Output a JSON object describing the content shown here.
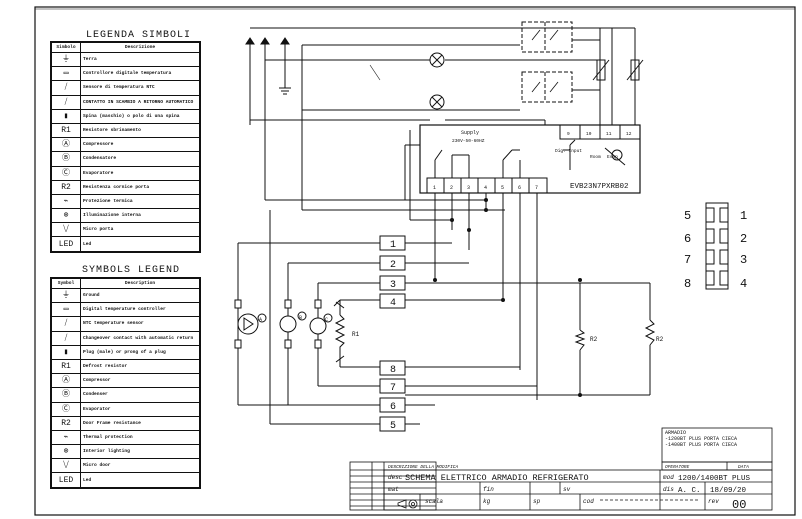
{
  "legend_it": {
    "title": "LEGENDA SIMBOLI",
    "col_symbol": "Simbolo",
    "col_desc": "Descrizione",
    "rows": [
      {
        "sym": "⏚",
        "icon": "ground-icon",
        "desc": "Terra"
      },
      {
        "sym": "▭",
        "icon": "controller-icon",
        "desc": "Controllore digitale temperatura"
      },
      {
        "sym": "⧸",
        "icon": "ntc-sensor-icon",
        "desc": "Sensore di temperatura NTC"
      },
      {
        "sym": "⧸",
        "icon": "changeover-contact-icon",
        "desc": "CONTATTO IN SCAMBIO A RITORNO AUTOMATICO"
      },
      {
        "sym": "▮",
        "icon": "plug-icon",
        "desc": "Spina (maschio) o polo di una spina"
      },
      {
        "sym": "R1",
        "icon": "",
        "desc": "Resistore sbrinamento"
      },
      {
        "sym": "Ⓐ",
        "icon": "compressor-icon",
        "desc": "Compressore"
      },
      {
        "sym": "Ⓑ",
        "icon": "condenser-icon",
        "desc": "Condensatore"
      },
      {
        "sym": "Ⓒ",
        "icon": "evaporator-icon",
        "desc": "Evaporatore"
      },
      {
        "sym": "R2",
        "icon": "",
        "desc": "Resistenza cornice porta"
      },
      {
        "sym": "⌁",
        "icon": "thermal-protection-icon",
        "desc": "Protezione termica"
      },
      {
        "sym": "⊗",
        "icon": "lamp-icon",
        "desc": "Illuminazione interna"
      },
      {
        "sym": "⧹⧸",
        "icon": "micro-door-icon",
        "desc": "Micro porta"
      },
      {
        "sym": "LED",
        "icon": "",
        "desc": "Led"
      }
    ]
  },
  "legend_en": {
    "title": "SYMBOLS LEGEND",
    "col_symbol": "Symbol",
    "col_desc": "Description",
    "rows": [
      {
        "sym": "⏚",
        "icon": "ground-icon",
        "desc": "Ground"
      },
      {
        "sym": "▭",
        "icon": "controller-icon",
        "desc": "Digital temperature controller"
      },
      {
        "sym": "⧸",
        "icon": "ntc-sensor-icon",
        "desc": "NTC temperature sensor"
      },
      {
        "sym": "⧸",
        "icon": "changeover-contact-icon",
        "desc": "Changeover contact with automatic return"
      },
      {
        "sym": "▮",
        "icon": "plug-icon",
        "desc": "Plug (male) or prong of a plug"
      },
      {
        "sym": "R1",
        "icon": "",
        "desc": "Defrost resistor"
      },
      {
        "sym": "Ⓐ",
        "icon": "compressor-icon",
        "desc": "Compressor"
      },
      {
        "sym": "Ⓑ",
        "icon": "condenser-icon",
        "desc": "Condenser"
      },
      {
        "sym": "Ⓒ",
        "icon": "evaporator-icon",
        "desc": "Evaporator"
      },
      {
        "sym": "R2",
        "icon": "",
        "desc": "Door Frame resistance"
      },
      {
        "sym": "⌁",
        "icon": "thermal-protection-icon",
        "desc": "Thermal protection"
      },
      {
        "sym": "⊗",
        "icon": "lamp-icon",
        "desc": "Interior lighting"
      },
      {
        "sym": "⧹⧸",
        "icon": "micro-door-icon",
        "desc": "Micro door"
      },
      {
        "sym": "LED",
        "icon": "",
        "desc": "Led"
      }
    ]
  },
  "controller": {
    "model": "EVB23N7PXRB02",
    "supply_label": "Supply",
    "supply_value": "230V-50-60HZ",
    "dig_input": "Dig. Input",
    "room": "Room",
    "evap": "Evap",
    "terminals": [
      "1",
      "2",
      "3",
      "4",
      "5",
      "6",
      "7"
    ],
    "top_terminals": [
      "9",
      "10",
      "11",
      "12"
    ]
  },
  "terminal_block": [
    "1",
    "2",
    "3",
    "4",
    "8",
    "7",
    "6",
    "5"
  ],
  "connector": {
    "left": [
      "5",
      "6",
      "7",
      "8"
    ],
    "right": [
      "1",
      "2",
      "3",
      "4"
    ]
  },
  "loads": {
    "compressor": "A",
    "condenser": "B",
    "evaporator": "C",
    "r1": "R1",
    "r2a": "R2",
    "r2b": "R2"
  },
  "title_block": {
    "note_label": "ARMADIO",
    "note_line1": "-1200BT PLUS PORTA CIECA",
    "note_line2": "-1400BT PLUS PORTA CIECA",
    "operatore_label": "OPERATORE",
    "data_label": "DATA",
    "descrizione_label": "DESCRIZIONE DELLA MODIFICA",
    "desc_label": "desc",
    "description": "SCHEMA ELETTRICO ARMADIO REFRIGERATO",
    "mod_label": "mod",
    "model": "1200/1400BT PLUS",
    "mat_label": "mat",
    "fin_label": "fin",
    "sv_label": "sv",
    "dis_label": "dis",
    "designer": "A. C.",
    "date": "18/09/20",
    "scala_label": "scala",
    "kg_label": "kg",
    "sp_label": "sp",
    "cod_label": "cod",
    "rev_label": "rev",
    "rev": "00"
  }
}
